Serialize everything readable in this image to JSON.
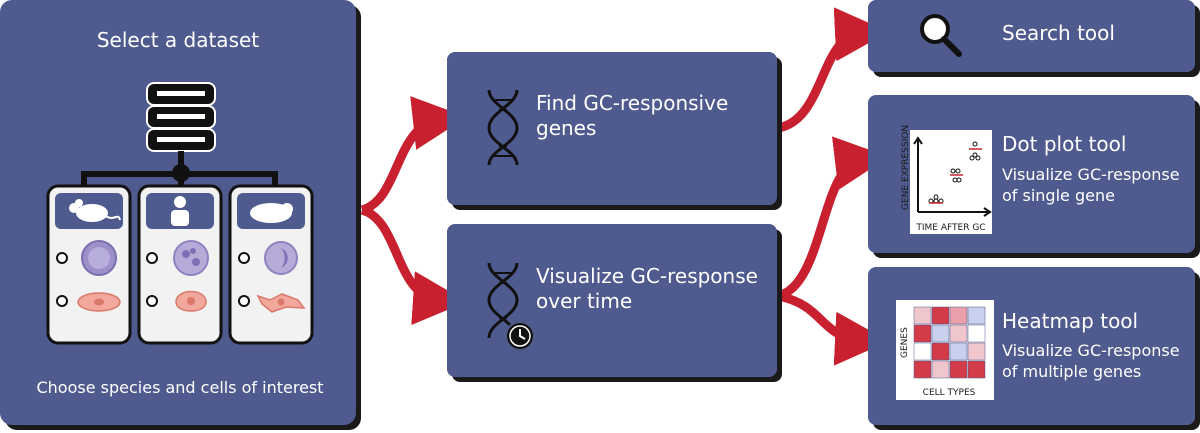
{
  "dataset_panel": {
    "title": "Select a dataset",
    "caption": "Choose species and cells of interest",
    "species": [
      "mouse-icon",
      "human-icon",
      "guinea-pig-icon"
    ]
  },
  "find_genes": {
    "title_line1": "Find GC-responsive",
    "title_line2": "genes",
    "icon": "dna-icon"
  },
  "visualize_time": {
    "title_line1": "Visualize GC-response",
    "title_line2": "over time",
    "icon": "dna-clock-icon"
  },
  "search_tool": {
    "title": "Search tool",
    "icon": "magnifier-icon"
  },
  "dot_plot_tool": {
    "title": "Dot plot tool",
    "desc_line1": "Visualize GC-response",
    "desc_line2": "of single gene",
    "y_axis_label": "GENE EXPRESSION",
    "x_axis_label": "TIME AFTER GC"
  },
  "heatmap_tool": {
    "title": "Heatmap tool",
    "desc_line1": "Visualize GC-response",
    "desc_line2": "of multiple genes",
    "y_axis_label": "GENES",
    "x_axis_label": "CELL TYPES"
  },
  "colors": {
    "card": "#4f5a8e",
    "arrow": "#c8202e",
    "shadow": "#1a1a1a"
  }
}
